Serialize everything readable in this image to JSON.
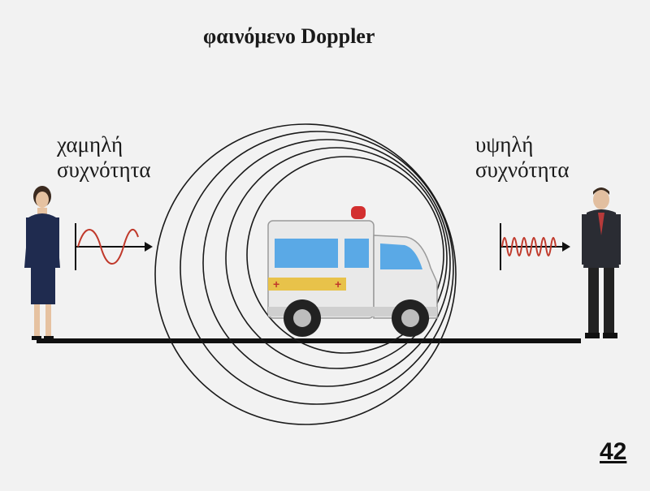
{
  "title": "φαινόμενο Doppler",
  "left_label": {
    "line1": "χαμηλή",
    "line2": "συχνότητα"
  },
  "right_label": {
    "line1": "υψηλή",
    "line2": "συχνότητα"
  },
  "page_number": "42",
  "colors": {
    "background": "#f2f2f2",
    "wave": "#c0392b",
    "ground": "#111111",
    "wavefront": "#1a1a1a",
    "ambulance_body": "#e9e9e9",
    "ambulance_window": "#5aa9e6",
    "ambulance_stripe": "#e8c24a",
    "siren": "#d32f2f"
  },
  "icons": [
    "woman-figure",
    "man-figure",
    "ambulance",
    "siren-light",
    "sine-wave"
  ]
}
